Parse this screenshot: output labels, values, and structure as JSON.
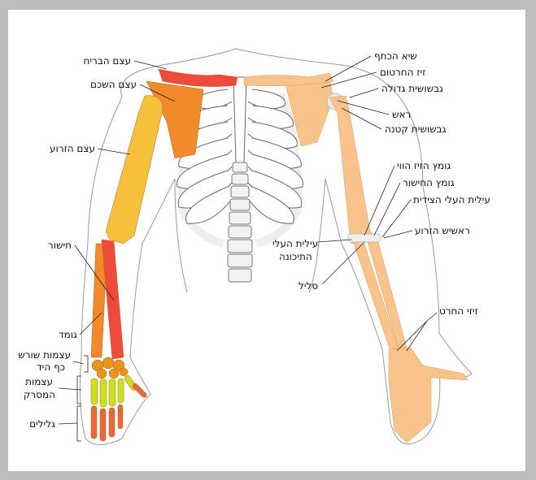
{
  "colors": {
    "clavicle": "#ee4b3a",
    "scapula": "#f08a2a",
    "humerus": "#f7c03a",
    "radius": "#ee4b3a",
    "ulna": "#f08a2a",
    "carpals": "#e8951e",
    "metacarpals": "#c9e21e",
    "phalanges": "#e8683c",
    "right_arm": "#f8c48c",
    "rib": "#ffffff",
    "outline": "#888888"
  },
  "left_labels": {
    "clavicle": "עצם הבריח",
    "scapula": "עצם השכם",
    "humerus": "עצם הזרוע",
    "radius": "חישור",
    "ulna": "גומד",
    "carpals_1": "עצמות שורש",
    "carpals_2": "כף היד",
    "metacarpals_1": "עצמות",
    "metacarpals_2": "המסרק",
    "phalanges": "גלילים"
  },
  "right_labels": {
    "acromion": "שיא הכתף",
    "coracoid": "זיז החרטום",
    "greater_tubercle": "גבשושית גדולה",
    "head": "ראש",
    "lesser_tubercle": "גבשושית קטנה",
    "coronoid_fossa": "גומץ הזיז הווי",
    "radial_fossa": "גומץ החישור",
    "lateral_epicondyle": "עילית העלי הצידית",
    "capitulum": "ראשיש הזרוע",
    "medial_epicondyle_1": "עילית העלי",
    "medial_epicondyle_2": "התיכונה",
    "trochlea": "סליל",
    "styloid": "זיזי החרט"
  }
}
